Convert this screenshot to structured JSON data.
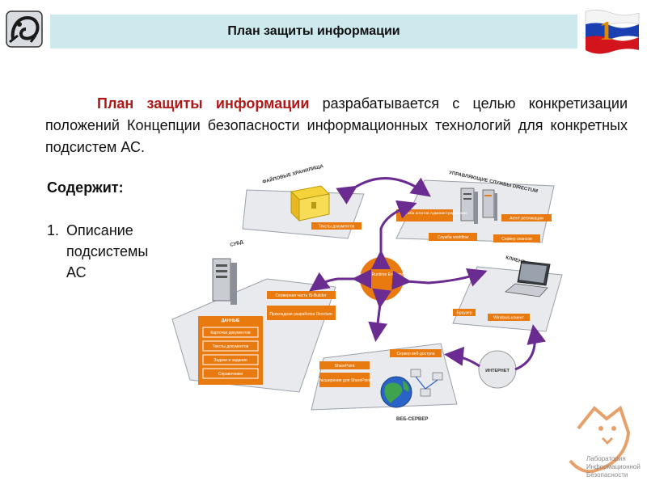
{
  "header": {
    "title": "План защиты информации"
  },
  "slide_number": "1",
  "intro": {
    "highlight": "План защиты информации",
    "rest": " разрабатывается с целью конкретизации положений Концепции безопасности информационных технологий для конкретных подсистем АС."
  },
  "contents": {
    "heading": "Содержит:",
    "items": [
      {
        "num": "1.",
        "text": "Описание подсистемы АС"
      }
    ]
  },
  "diagram": {
    "file_storage_title": "ФАЙЛОВЫЕ ХРАНИЛИЩА",
    "file_storage_box": "Тексты документов",
    "directum_title": "УПРАВЛЯЮЩИЕ СЛУЖБЫ DIRECTUM",
    "agent_service": "Служба агентов Администрирования",
    "replication_agent": "Агент репликации",
    "workflow_service": "Служба workflow",
    "session_server": "Сервер сеансов",
    "dbms_title": "СУБД",
    "isb_server": "Серверная часть IS-Builder",
    "applied_dev": "Прикладная разработка Directum",
    "data_header": "ДАННЫЕ",
    "data_items": [
      "Карточки документов",
      "Тексты документов",
      "Задачи и задания",
      "Справочники"
    ],
    "center": "IS-Builder Runtime Environment",
    "client_title": "КЛИЕНТ",
    "browser": "Браузер",
    "windows_client": "Windows-клиент",
    "web_access_server": "Сервер веб-доступа",
    "sharepoint": "SharePoint",
    "sharepoint_ext": "Расширения для SharePoint",
    "web_server_title": "ВЕБ-СЕРВЕР",
    "internet": "ИНТЕРНЕТ"
  },
  "lab_logo": {
    "line1": "Лаборатория",
    "line2": "Информационной",
    "line3": "Безопасности"
  },
  "colors": {
    "header_bg": "#cde9ee",
    "accent_orange": "#e87a10",
    "arrow_purple": "#6a2c91",
    "highlight_red": "#b01818"
  }
}
